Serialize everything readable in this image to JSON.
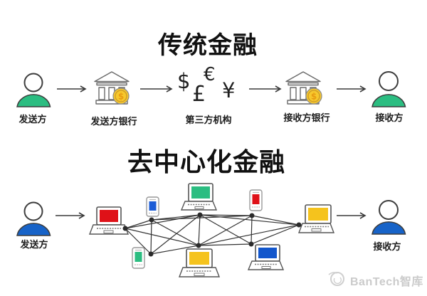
{
  "top": {
    "title": "传统金融",
    "sender_label": "发送方",
    "sender_bank_label": "发送方银行",
    "third_party_label": "第三方机构",
    "receiver_bank_label": "接收方银行",
    "receiver_label": "接收方",
    "currency": [
      "$",
      "€",
      "£",
      "¥"
    ],
    "coin_symbol": "$"
  },
  "bottom": {
    "title": "去中心化金融",
    "sender_label": "发送方",
    "receiver_label": "接收方"
  },
  "watermark": {
    "text": "BanTech智库"
  },
  "colors": {
    "green": "#2bbd81",
    "person_blue": "#1763c8",
    "laptop_blue": "#1256cc",
    "phone_blue": "#1c5cd6",
    "red": "#df1118",
    "yellow": "#f5c31d",
    "coin_gold": "#f7c82c",
    "coin_ring": "#c9992b",
    "coin_symbol_color": "#e89b12"
  }
}
